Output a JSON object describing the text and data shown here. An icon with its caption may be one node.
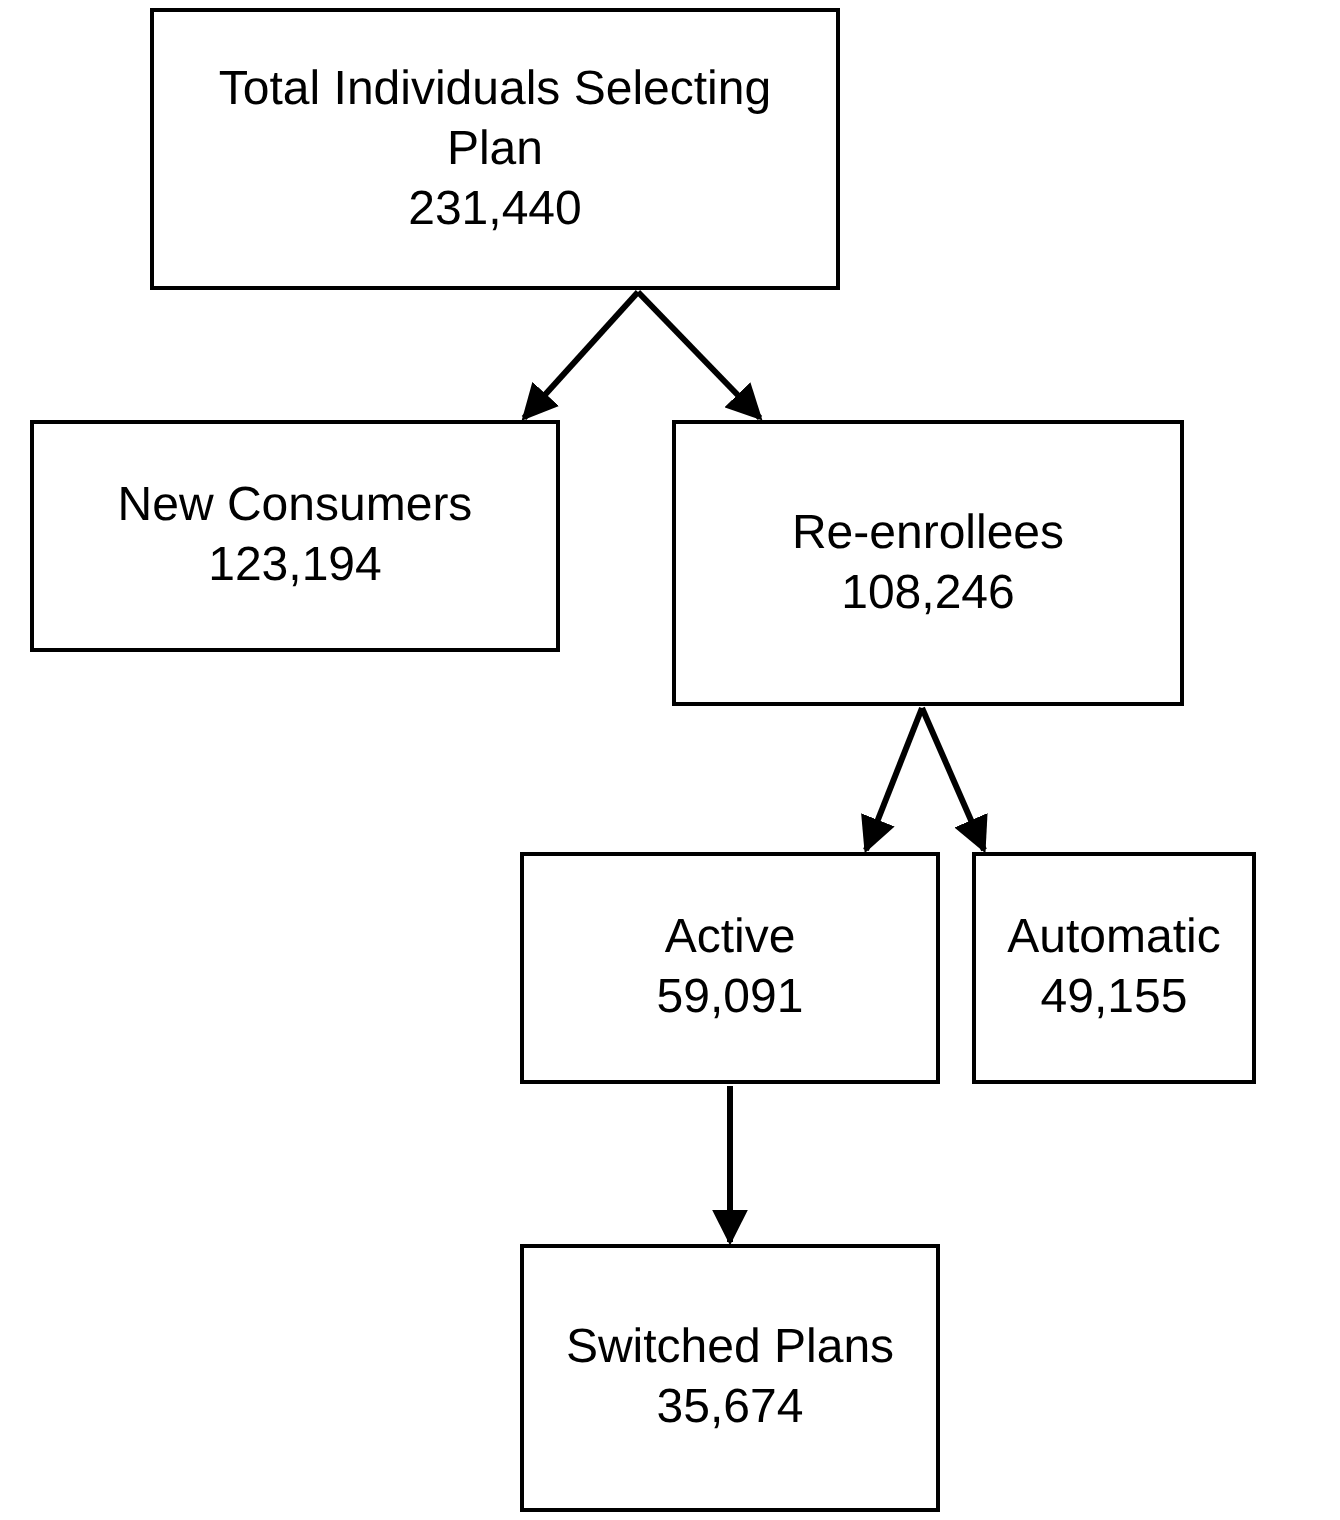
{
  "diagram": {
    "nodes": [
      {
        "text": [
          "Total Individuals Selecting Plan",
          "231,440"
        ]
      },
      {
        "text": [
          "New Consumers",
          "123,194"
        ]
      },
      {
        "text": [
          "Re-enrollees",
          "108,246"
        ]
      },
      {
        "text": [
          "Active",
          "59,091"
        ]
      },
      {
        "text": [
          "Automatic",
          "49,155"
        ]
      },
      {
        "text": [
          "Switched Plans",
          "35,674"
        ]
      }
    ],
    "edges": [
      {
        "from": 0,
        "to": 1,
        "arrow": "to"
      },
      {
        "from": 0,
        "to": 2,
        "arrow": "to"
      },
      {
        "from": 2,
        "to": 3,
        "arrow": "to"
      },
      {
        "from": 2,
        "to": 4,
        "arrow": "to"
      },
      {
        "from": 3,
        "to": 5,
        "arrow": "to"
      }
    ]
  }
}
